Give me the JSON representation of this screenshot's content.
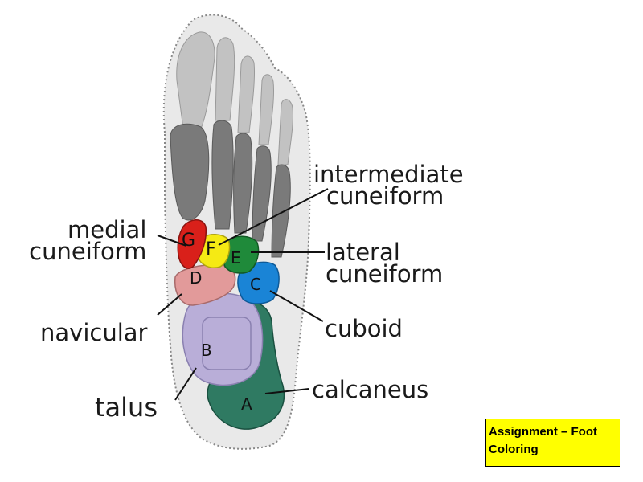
{
  "labels": {
    "intermediate_cuneiform": [
      "intermediate",
      "cuneiform"
    ],
    "medial_cuneiform": [
      "medial",
      "cuneiform"
    ],
    "lateral_cuneiform": [
      "lateral",
      "cuneiform"
    ],
    "navicular": "navicular",
    "cuboid": "cuboid",
    "talus": "talus",
    "calcaneus": "calcaneus"
  },
  "letters": {
    "A": "A",
    "B": "B",
    "C": "C",
    "D": "D",
    "E": "E",
    "F": "F",
    "G": "G"
  },
  "assignment": {
    "line1": "Assignment – Foot",
    "line2": "Coloring"
  },
  "colors": {
    "medial_cuneiform": "#d9201a",
    "intermediate_cuneiform": "#f5ea14",
    "lateral_cuneiform": "#1f8a3a",
    "cuboid": "#1a84d6",
    "navicular": "#e29a9a",
    "talus": "#b9aed8",
    "calcaneus": "#2f7a62",
    "phalanges": "#7a7a7a",
    "distal_bones": "#c2c2c2",
    "outline": "#e6e6e6",
    "highlight_box": "#ffff00"
  }
}
